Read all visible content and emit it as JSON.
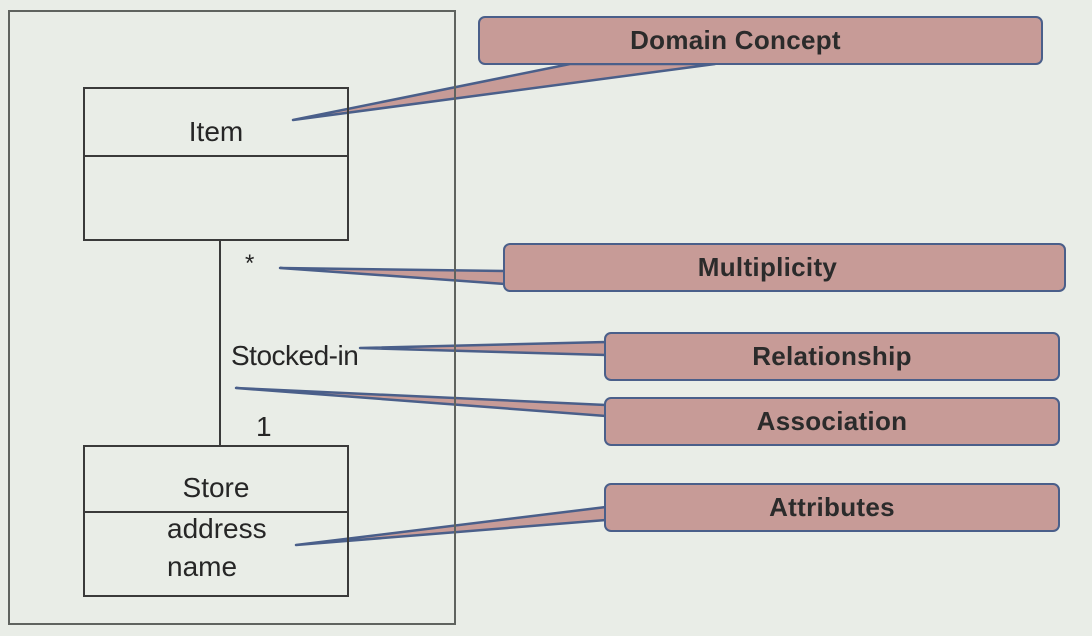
{
  "diagram": {
    "item_class": {
      "name": "Item"
    },
    "store_class": {
      "name": "Store",
      "attributes": [
        "address",
        "name"
      ]
    },
    "association": {
      "multiplicity_item": "*",
      "name": "Stocked-in",
      "multiplicity_store": "1"
    }
  },
  "callouts": {
    "domain_concept": "Domain Concept",
    "multiplicity": "Multiplicity",
    "relationship": "Relationship",
    "association": "Association",
    "attributes": "Attributes"
  },
  "colors": {
    "background": "#e9ede7",
    "callout_fill": "#c79b97",
    "callout_border": "#4a5f8a",
    "uml_line": "#3a3a3a"
  }
}
